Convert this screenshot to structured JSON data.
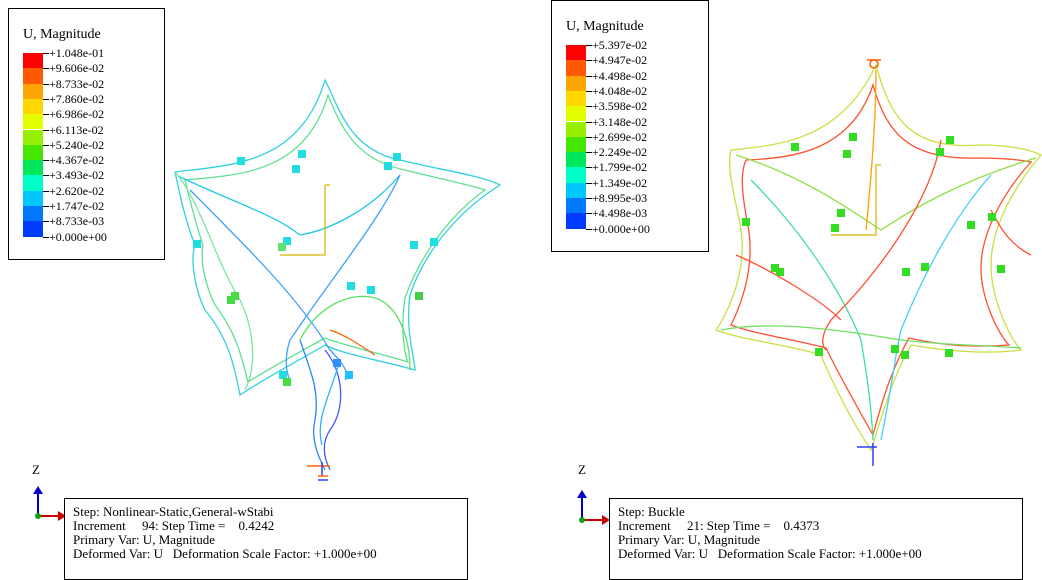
{
  "left": {
    "legend": {
      "title": "U, Magnitude",
      "values": [
        "+1.048e-01",
        "+9.606e-02",
        "+8.733e-02",
        "+7.860e-02",
        "+6.986e-02",
        "+6.113e-02",
        "+5.240e-02",
        "+4.367e-02",
        "+3.493e-02",
        "+2.620e-02",
        "+1.747e-02",
        "+8.733e-03",
        "+0.000e+00"
      ]
    },
    "info": {
      "step": "Step: Nonlinear-Static,General-wStabi",
      "increment": "Increment     94: Step Time =    0.4242",
      "primary": "Primary Var: U, Magnitude",
      "deformed": "Deformed Var: U   Deformation Scale Factor: +1.000e+00"
    },
    "triad": {
      "z": "Z",
      "x": "X"
    }
  },
  "right": {
    "legend": {
      "title": "U, Magnitude",
      "values": [
        "+5.397e-02",
        "+4.947e-02",
        "+4.498e-02",
        "+4.048e-02",
        "+3.598e-02",
        "+3.148e-02",
        "+2.699e-02",
        "+2.249e-02",
        "+1.799e-02",
        "+1.349e-02",
        "+8.995e-03",
        "+4.498e-03",
        "+0.000e+00"
      ]
    },
    "info": {
      "step": "Step: Buckle",
      "increment": "Increment     21: Step Time =    0.4373",
      "primary": "Primary Var: U, Magnitude",
      "deformed": "Deformed Var: U   Deformation Scale Factor: +1.000e+00"
    },
    "triad": {
      "z": "Z",
      "x": "X"
    }
  },
  "colors": {
    "scale": [
      "#ff0000",
      "#ff5a00",
      "#ffa500",
      "#ffd700",
      "#e6ff00",
      "#96f000",
      "#46e600",
      "#00e65a",
      "#00ffc8",
      "#00c8ff",
      "#0078ff",
      "#003cff",
      "#0000ff"
    ],
    "left_markers": "#22dde0",
    "right_markers": "#33dd22"
  }
}
